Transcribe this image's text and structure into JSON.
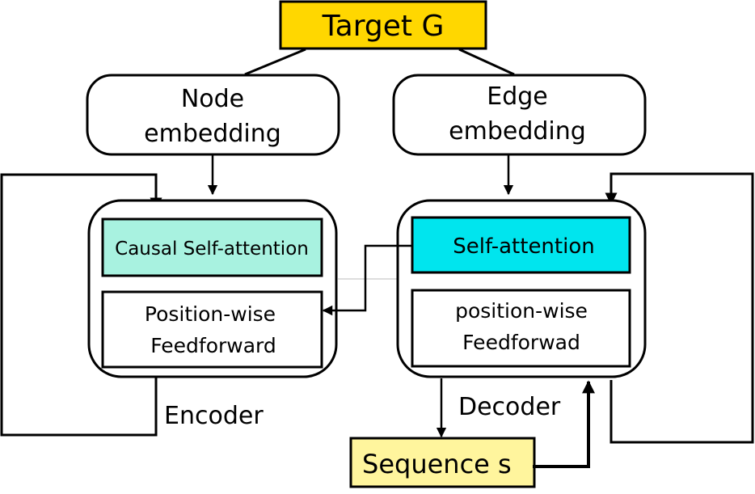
{
  "diagram": {
    "target": {
      "label": "Target G",
      "color": "#FFD700"
    },
    "node_embedding": {
      "line1": "Node",
      "line2": "embedding"
    },
    "edge_embedding": {
      "line1": "Edge",
      "line2": "embedding"
    },
    "encoder": {
      "label": "Encoder",
      "attention": {
        "label": "Causal Self-attention",
        "color": "#A8F2E0"
      },
      "ffn": {
        "line1": "Position-wise",
        "line2": "Feedforward"
      }
    },
    "decoder": {
      "label": "Decoder",
      "attention": {
        "label": "Self-attention",
        "color": "#00E5EE"
      },
      "ffn": {
        "line1": "position-wise",
        "line2": "Feedforwad"
      }
    },
    "sequence": {
      "label": "Sequence s",
      "color": "#FFF59D"
    }
  }
}
